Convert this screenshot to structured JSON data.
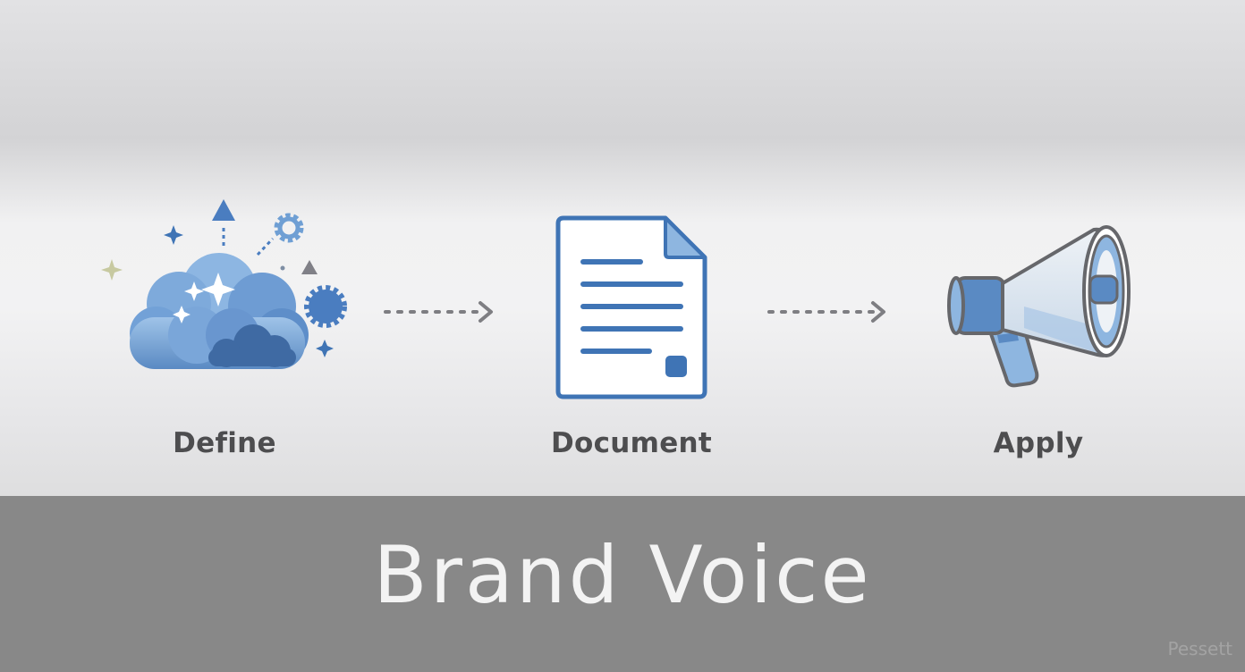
{
  "steps": [
    {
      "label": "Define",
      "icon": "cloud-ideas-icon"
    },
    {
      "label": "Document",
      "icon": "document-icon"
    },
    {
      "label": "Apply",
      "icon": "megaphone-icon"
    }
  ],
  "connectors": [
    "arrow-icon",
    "arrow-icon"
  ],
  "footer": {
    "title": "Brand Voice"
  },
  "watermark": "Pessett",
  "colors": {
    "accent_blue": "#3f74b5",
    "light_blue": "#8eb6e0",
    "footer_band": "#888888",
    "label_text": "#4d4d4f",
    "arrow_gray": "#7e7e82"
  }
}
